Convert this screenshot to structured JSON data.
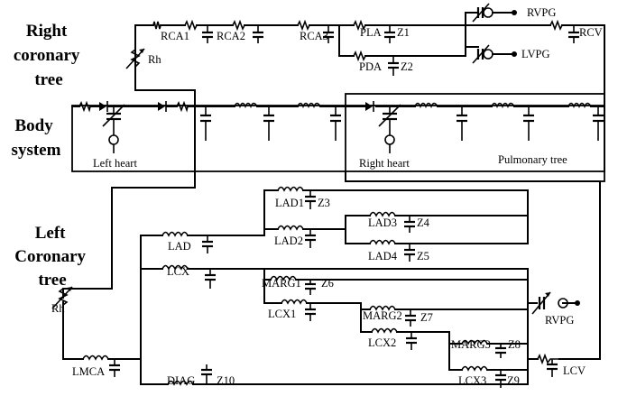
{
  "sections": {
    "right_coronary": [
      "Right",
      "coronary",
      "tree"
    ],
    "body_system": [
      "Body",
      "system"
    ],
    "left_coronary": [
      "Left",
      "Coronary",
      "tree"
    ]
  },
  "labels": {
    "rca1": "RCA1",
    "rca2": "RCA2",
    "rca3": "RCA3",
    "pla": "PLA",
    "z1": "Z1",
    "pda": "PDA",
    "z2": "Z2",
    "rvpg_top": "RVPG",
    "lvpg": "LVPG",
    "rcv": "RCV",
    "rh_top": "Rh",
    "rh_left": "Rh",
    "left_heart": "Left heart",
    "right_heart": "Right heart",
    "pulmonary_tree": "Pulmonary tree",
    "lad1": "LAD1",
    "z3": "Z3",
    "lad3": "LAD3",
    "z4": "Z4",
    "lad": "LAD",
    "lad2": "LAD2",
    "lad4": "LAD4",
    "z5": "Z5",
    "lcx": "LCX",
    "marg1": "MARG1",
    "z6": "Z6",
    "lcx1": "LCX1",
    "marg2": "MARG2",
    "z7": "Z7",
    "rvpg_bottom": "RVPG",
    "lcx2": "LCX2",
    "marg3": "MARG3",
    "z8": "Z8",
    "lmca": "LMCA",
    "lcx3": "LCX3",
    "z9": "Z9",
    "lcv": "LCV",
    "diag": "DIAG",
    "z10": "Z10"
  }
}
